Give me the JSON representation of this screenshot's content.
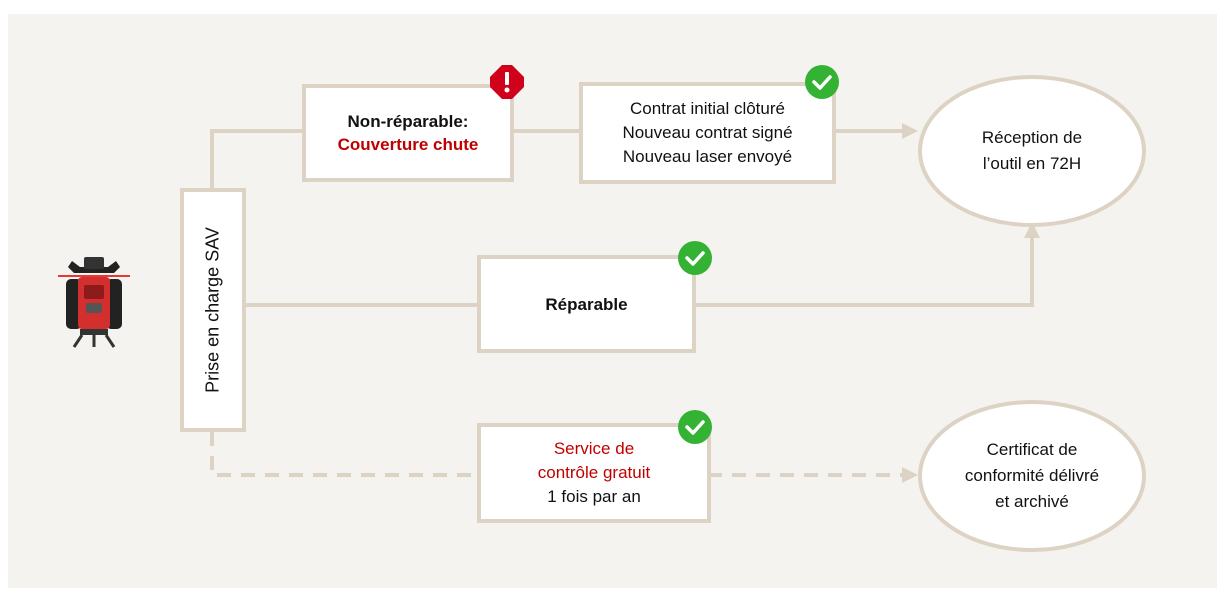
{
  "colors": {
    "background": "#f5f3ef",
    "border": "#ddd3c4",
    "accent_red": "#c00000",
    "success_green": "#34b233",
    "warning_red": "#d0021b"
  },
  "intake": {
    "label": "Prise en charge SAV"
  },
  "non_repairable": {
    "line1": "Non-réparable:",
    "line2": "Couverture chute",
    "badge_icon": "exclamation-icon"
  },
  "contract": {
    "lines": [
      "Contrat initial clôturé",
      "Nouveau contrat signé",
      "Nouveau laser envoyé"
    ],
    "badge_icon": "check-icon"
  },
  "reception": {
    "lines": [
      "Réception de",
      "l’outil en 72H"
    ]
  },
  "repairable": {
    "label": "Réparable",
    "badge_icon": "check-icon"
  },
  "service": {
    "line1": "Service de",
    "line2": "contrôle gratuit",
    "line3": "1 fois par an",
    "badge_icon": "check-icon"
  },
  "certificate": {
    "lines": [
      "Certificat de",
      "conformité délivré",
      "et archivé"
    ]
  },
  "tool": {
    "icon": "rotating-laser-icon"
  }
}
